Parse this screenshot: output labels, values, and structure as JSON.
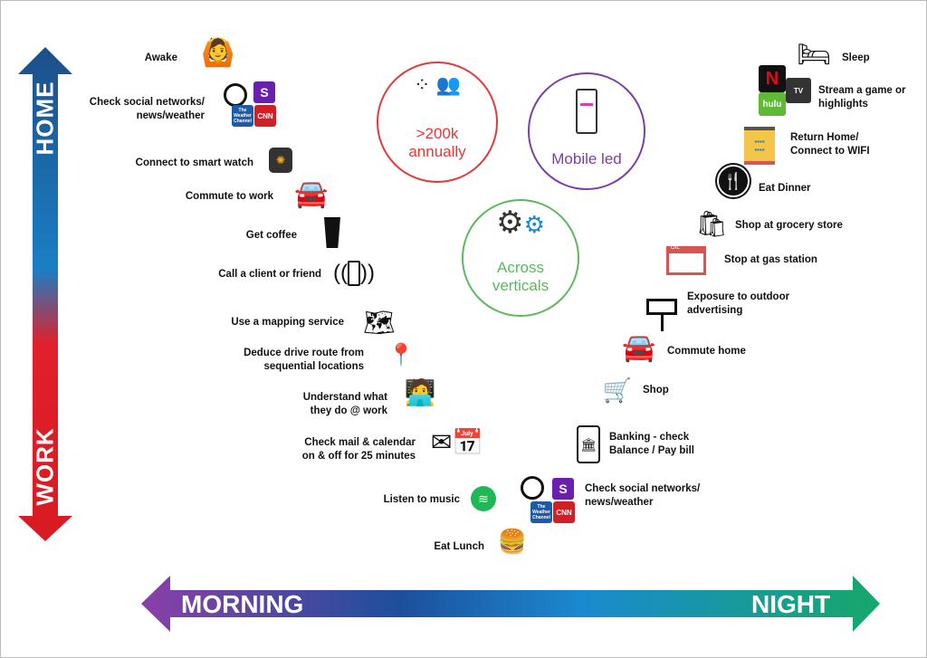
{
  "axes": {
    "vertical_top": "HOME",
    "vertical_bottom": "WORK",
    "horizontal_left": "MORNING",
    "horizontal_right": "NIGHT"
  },
  "circles": {
    "volume": {
      "line1": ">200k",
      "line2": "annually",
      "color": "#e03a3a"
    },
    "mobile": {
      "label": "Mobile led",
      "color": "#7b3fa0"
    },
    "verticals": {
      "line1": "Across",
      "line2": "verticals",
      "color": "#5cb85c"
    }
  },
  "morning": [
    {
      "label": "Awake",
      "icon": "person-stretching-icon"
    },
    {
      "label": "Check social networks/\nnews/weather",
      "icon": "social-news-icon"
    },
    {
      "label": "Connect to smart watch",
      "icon": "smartwatch-icon"
    },
    {
      "label": "Commute to work",
      "icon": "car-icon"
    },
    {
      "label": "Get coffee",
      "icon": "coffee-cup-icon"
    },
    {
      "label": "Call a client or friend",
      "icon": "phone-ringing-icon"
    },
    {
      "label": "Use a mapping service",
      "icon": "map-icon"
    },
    {
      "label": "Deduce drive route from\nsequential locations",
      "icon": "route-icon"
    },
    {
      "label": "Understand what\nthey do @ work",
      "icon": "desk-worker-icon"
    },
    {
      "label": "Check mail & calendar\non & off for 25 minutes",
      "icon": "mail-calendar-icon"
    },
    {
      "label": "Listen to music",
      "icon": "spotify-icon"
    },
    {
      "label": "Eat Lunch",
      "icon": "lunch-icon"
    }
  ],
  "night": [
    {
      "label": "Sleep",
      "icon": "bed-icon"
    },
    {
      "label": "Stream a game or\nhighlights",
      "icon": "streaming-apps-icon"
    },
    {
      "label": "Return Home/\nConnect to WIFI",
      "icon": "building-icon"
    },
    {
      "label": "Eat Dinner",
      "icon": "dinner-icon"
    },
    {
      "label": "Shop at grocery store",
      "icon": "grocery-bag-icon"
    },
    {
      "label": "Stop at gas station",
      "icon": "gas-station-icon"
    },
    {
      "label": "Exposure to outdoor\nadvertising",
      "icon": "billboard-icon"
    },
    {
      "label": "Commute home",
      "icon": "car-icon"
    },
    {
      "label": "Shop",
      "icon": "mobile-cart-icon"
    },
    {
      "label": "Banking - check\nBalance / Pay bill",
      "icon": "mobile-bank-icon"
    },
    {
      "label": "Check social networks/\nnews/weather",
      "icon": "social-news-icon"
    }
  ],
  "logos": {
    "sports": "S",
    "weather": "The Weather Channel",
    "cnn": "CNN",
    "netflix": "N",
    "youtube_tv": "TV",
    "hulu": "hulu",
    "gas": "OIL"
  }
}
